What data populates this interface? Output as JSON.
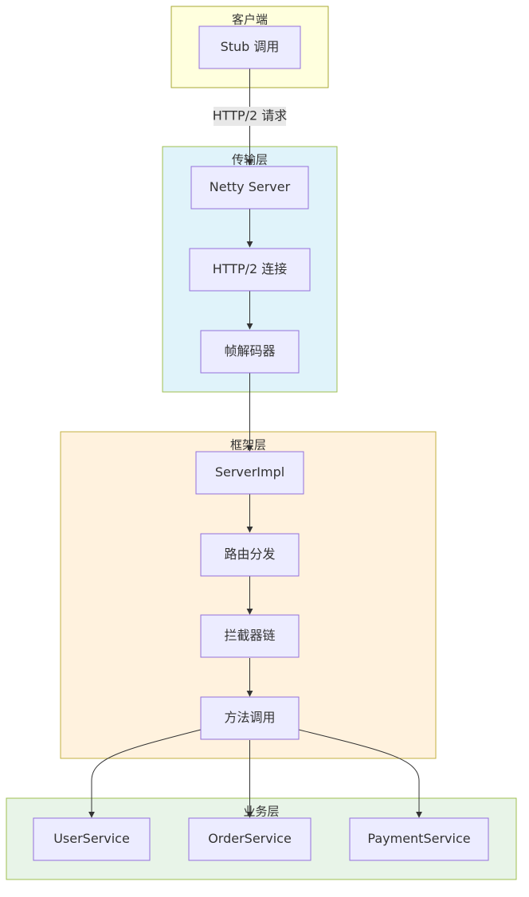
{
  "diagram": {
    "groups": {
      "client": {
        "title": "客户端",
        "fill": "#FFFFDE",
        "stroke": "#AAAA33"
      },
      "transport": {
        "title": "传输层",
        "fill": "#E0F3FA",
        "stroke": "#9FBF4F"
      },
      "framework": {
        "title": "框架层",
        "fill": "#FFF2DE",
        "stroke": "#C3B040"
      },
      "business": {
        "title": "业务层",
        "fill": "#E8F4E8",
        "stroke": "#9FBF4F"
      }
    },
    "nodes": {
      "stub": "Stub 调用",
      "netty": "Netty Server",
      "http2": "HTTP/2 连接",
      "decoder": "帧解码器",
      "serverimpl": "ServerImpl",
      "router": "路由分发",
      "interceptor": "拦截器链",
      "invoke": "方法调用",
      "user_service": "UserService",
      "order_service": "OrderService",
      "payment_service": "PaymentService"
    },
    "edge_labels": {
      "stub_to_netty": "HTTP/2 请求"
    },
    "colors": {
      "node_fill": "#ECECFF",
      "node_stroke": "#9370DB",
      "edge": "#333333",
      "edge_label_bg": "#E8E8E8"
    }
  }
}
